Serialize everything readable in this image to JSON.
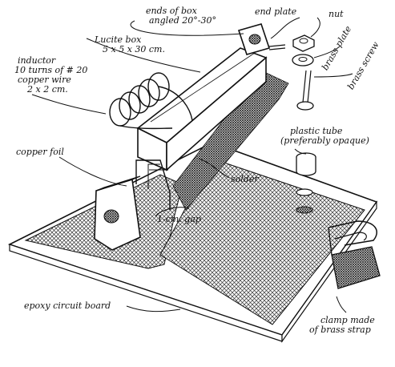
{
  "labels": {
    "ends_of_box": [
      "ends of box",
      "angled 20°-30°"
    ],
    "end_plate": "end plate",
    "nut": "nut",
    "brass_plate": "brass plate",
    "brass_screw": "brass screw",
    "lucite_box": [
      "Lucite box",
      "5 x 5 x 30 cm."
    ],
    "inductor": [
      "inductor",
      "10 turns of # 20",
      "copper wire",
      "2 x 2 cm."
    ],
    "plastic_tube": [
      "plastic tube",
      "(preferably opaque)"
    ],
    "copper_foil": "copper foil",
    "solder": "solder",
    "gap": "1-cm. gap",
    "epoxy_board": "epoxy circuit board",
    "clamp": [
      "clamp made",
      "of brass strap"
    ]
  }
}
